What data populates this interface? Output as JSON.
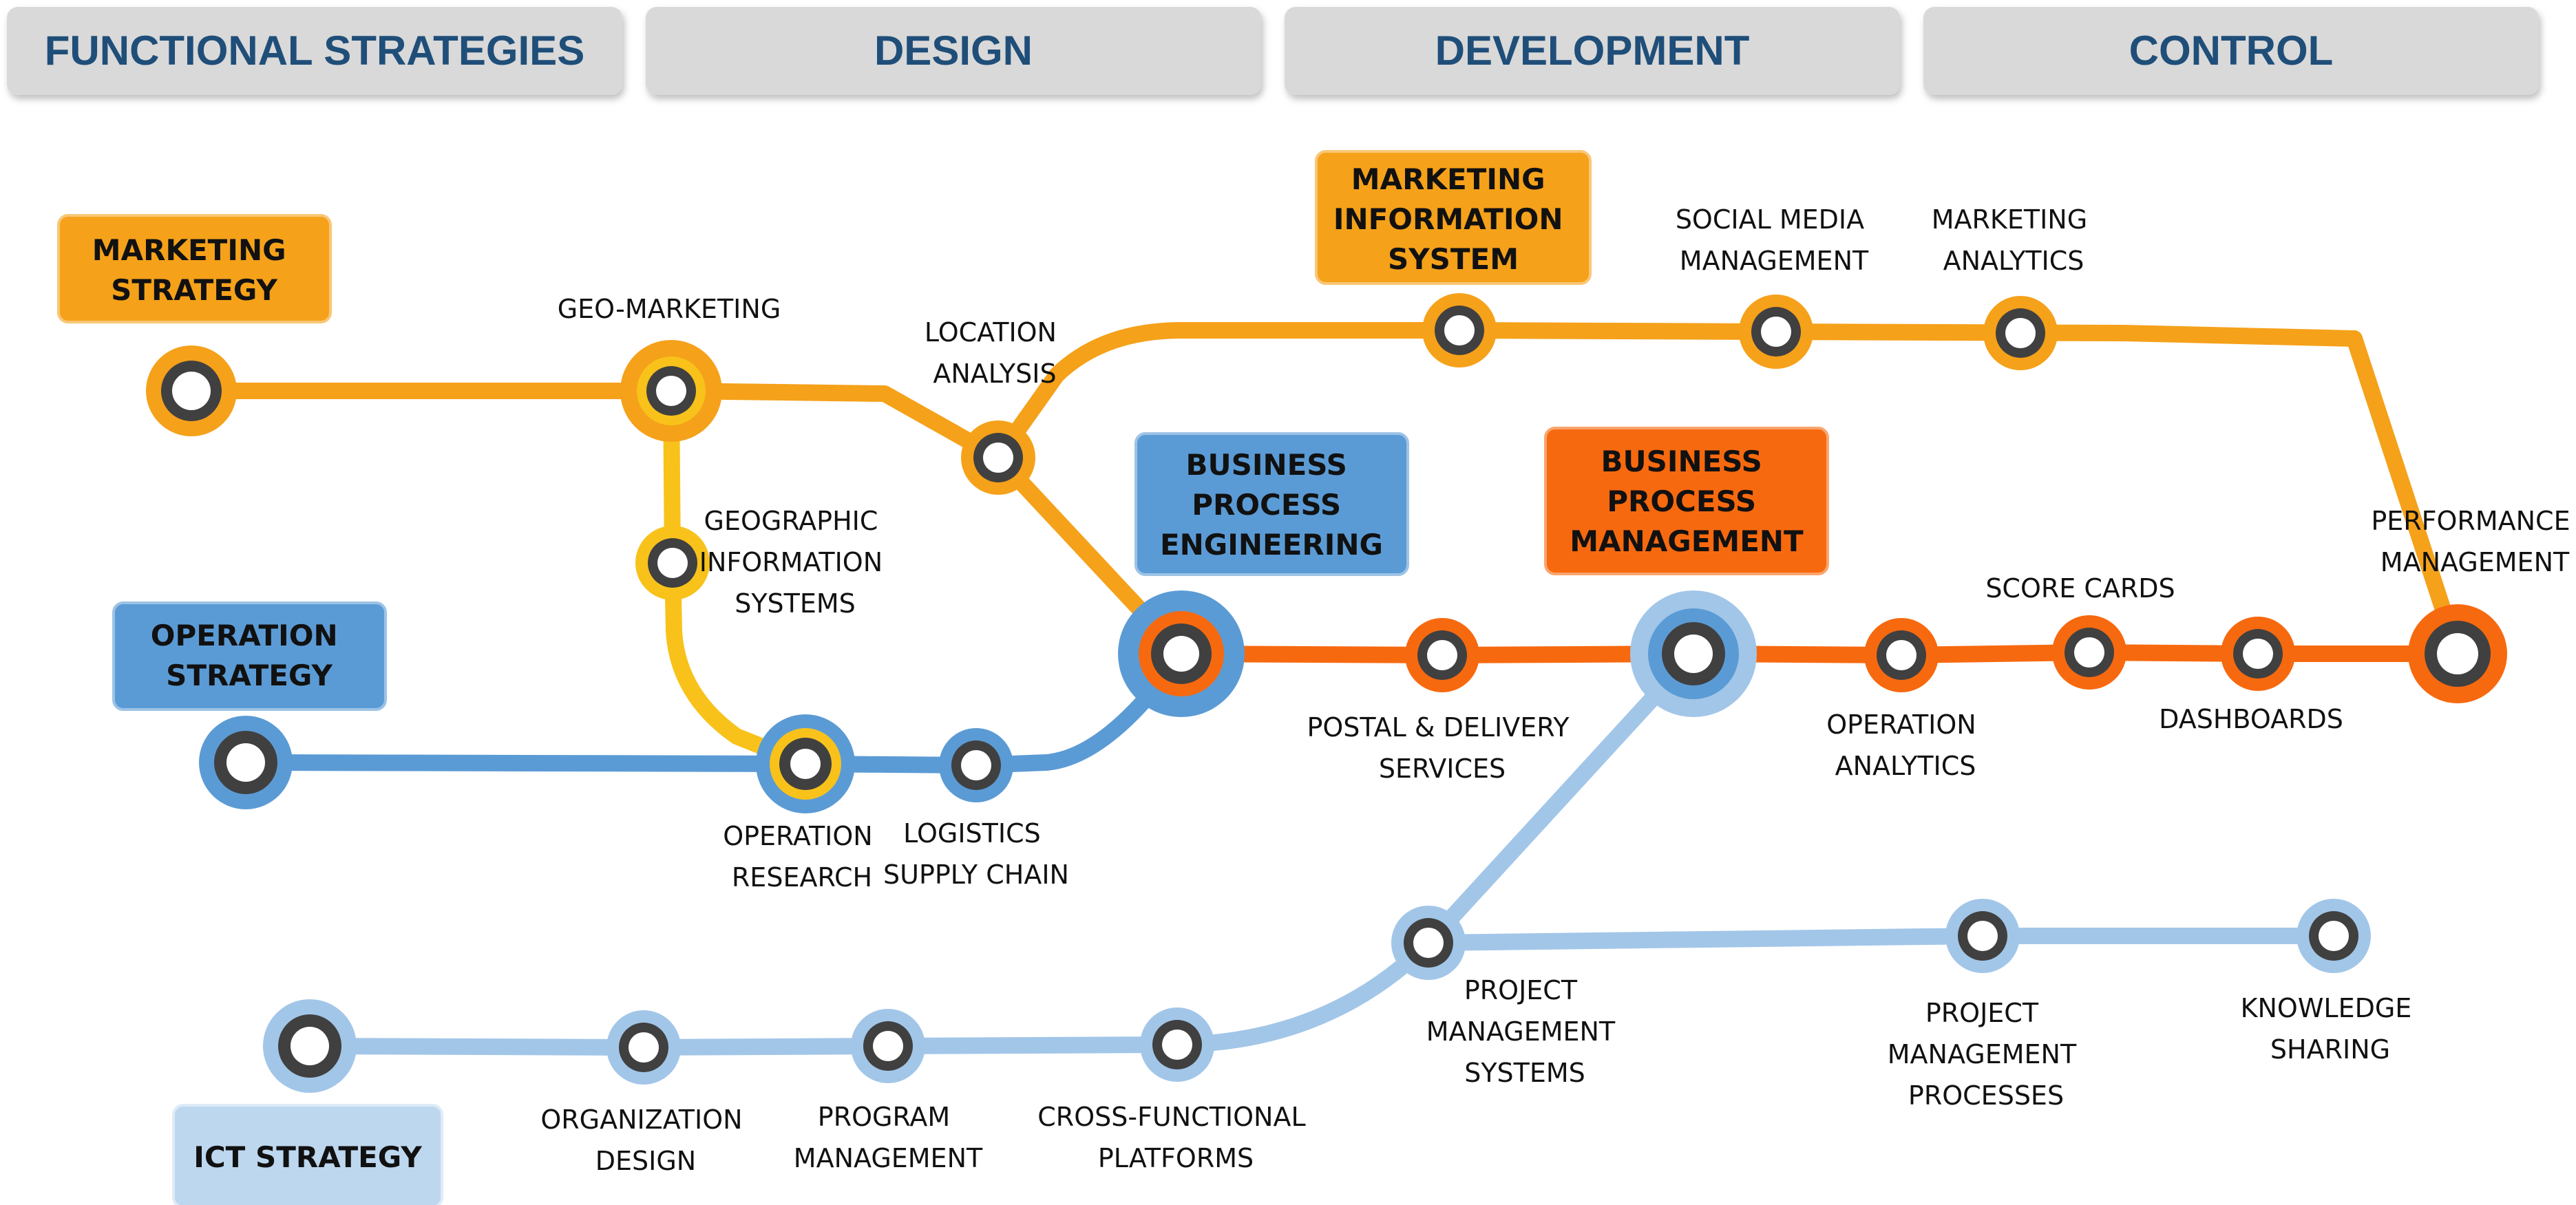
{
  "headers": [
    "FUNCTIONAL STRATEGIES",
    "DESIGN",
    "DEVELOPMENT",
    "CONTROL"
  ],
  "boxes": {
    "marketing_strategy": [
      "MARKETING",
      "STRATEGY"
    ],
    "operation_strategy": [
      "OPERATION",
      "STRATEGY"
    ],
    "ict_strategy": [
      "ICT STRATEGY"
    ],
    "marketing_information_system": [
      "MARKETING",
      "INFORMATION",
      "SYSTEM"
    ],
    "business_process_engineering": [
      "BUSINESS",
      "PROCESS",
      "ENGINEERING"
    ],
    "business_process_management": [
      "BUSINESS",
      "PROCESS",
      "MANAGEMENT"
    ]
  },
  "stations": {
    "geo_marketing": [
      "GEO-MARKETING"
    ],
    "location_analysis": [
      "LOCATION",
      "ANALYSIS"
    ],
    "geographic_information_systems": [
      "GEOGRAPHIC",
      "INFORMATION",
      "SYSTEMS"
    ],
    "social_media_management": [
      "SOCIAL MEDIA",
      "MANAGEMENT"
    ],
    "marketing_analytics": [
      "MARKETING",
      "ANALYTICS"
    ],
    "performance_management": [
      "PERFORMANCE",
      "MANAGEMENT"
    ],
    "score_cards": [
      "SCORE CARDS"
    ],
    "dashboards": [
      "DASHBOARDS"
    ],
    "operation_analytics": [
      "OPERATION",
      "ANALYTICS"
    ],
    "postal_delivery_services": [
      "POSTAL & DELIVERY",
      "SERVICES"
    ],
    "operation_research": [
      "OPERATION",
      "RESEARCH"
    ],
    "logistics_supply_chain": [
      "LOGISTICS",
      "SUPPLY CHAIN"
    ],
    "project_management_systems": [
      "PROJECT",
      "MANAGEMENT",
      "SYSTEMS"
    ],
    "project_management_processes": [
      "PROJECT",
      "MANAGEMENT",
      "PROCESSES"
    ],
    "knowledge_sharing": [
      "KNOWLEDGE",
      "SHARING"
    ],
    "organization_design": [
      "ORGANIZATION",
      "DESIGN"
    ],
    "program_management": [
      "PROGRAM",
      "MANAGEMENT"
    ],
    "cross_functional_platforms": [
      "CROSS-FUNCTIONAL",
      "PLATFORMS"
    ]
  },
  "colors": {
    "marketing": "#F5A11A",
    "geo": "#F8C21B",
    "operation": "#5B9BD5",
    "ict": "#A2C6E8",
    "bpm": "#F7690F",
    "header_bg": "#D9D9D9",
    "header_text": "#1F4E79",
    "node_ring": "#404040"
  }
}
